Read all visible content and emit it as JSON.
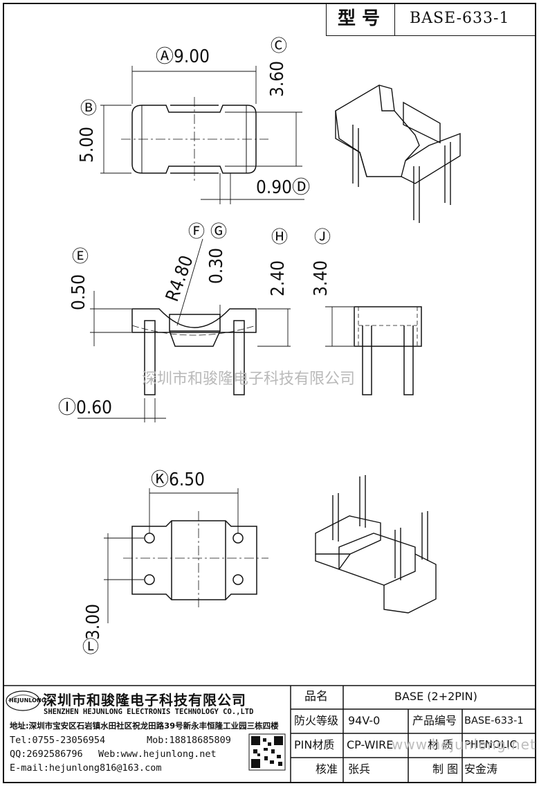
{
  "header": {
    "model_label": "型 号",
    "model_value": "BASE-633-1"
  },
  "dimensions": {
    "A": "Ⓐ9.00",
    "B": "Ⓑ",
    "B_val": "5.00",
    "C": "Ⓒ",
    "C_val": "3.60",
    "D": "0.90Ⓓ",
    "E": "Ⓔ",
    "E_val": "0.50",
    "F": "Ⓕ",
    "F_val": "R4.80",
    "G": "Ⓖ",
    "G_val": "0.30",
    "H": "Ⓗ",
    "H_val": "2.40",
    "J": "Ⓙ",
    "J_val": "3.40",
    "I": "Ⓘ0.60",
    "K": "Ⓚ6.50",
    "L": "Ⓛ",
    "L_val": "3.00"
  },
  "watermark": "深圳市和骏隆电子科技有限公司",
  "watermark_url": "www.hejunlong.net",
  "title_block": {
    "logo_text": "HEJUNLONG",
    "company_cn": "深圳市和骏隆电子科技有限公司",
    "company_en": "SHENZHEN HEJUNLONG ELECTRONIS TECHNOLOGY CO.,LTD",
    "address": "地址:深圳市宝安区石岩镇水田社区祝龙田路39号新永丰恒隆工业园三栋四楼",
    "tel": "Tel:0755-23056954",
    "mob": "Mob:18818685809",
    "qq": "QQ:2692586796",
    "web": "Web:www.hejunlong.net",
    "email": "E-mail:hejunlong816@163.com",
    "name_label": "品名",
    "name_value": "BASE (2+2PIN)",
    "fire_label": "防火等级",
    "fire_value": "94V-0",
    "code_label": "产品编号",
    "code_value": "BASE-633-1",
    "pin_label": "PIN材质",
    "pin_value": "CP-WIRE",
    "material_label": "材 质",
    "material_value": "PHENOLIC",
    "check_label": "核准",
    "check_value": "张兵",
    "draw_label": "制 图",
    "draw_value": "安金涛"
  }
}
